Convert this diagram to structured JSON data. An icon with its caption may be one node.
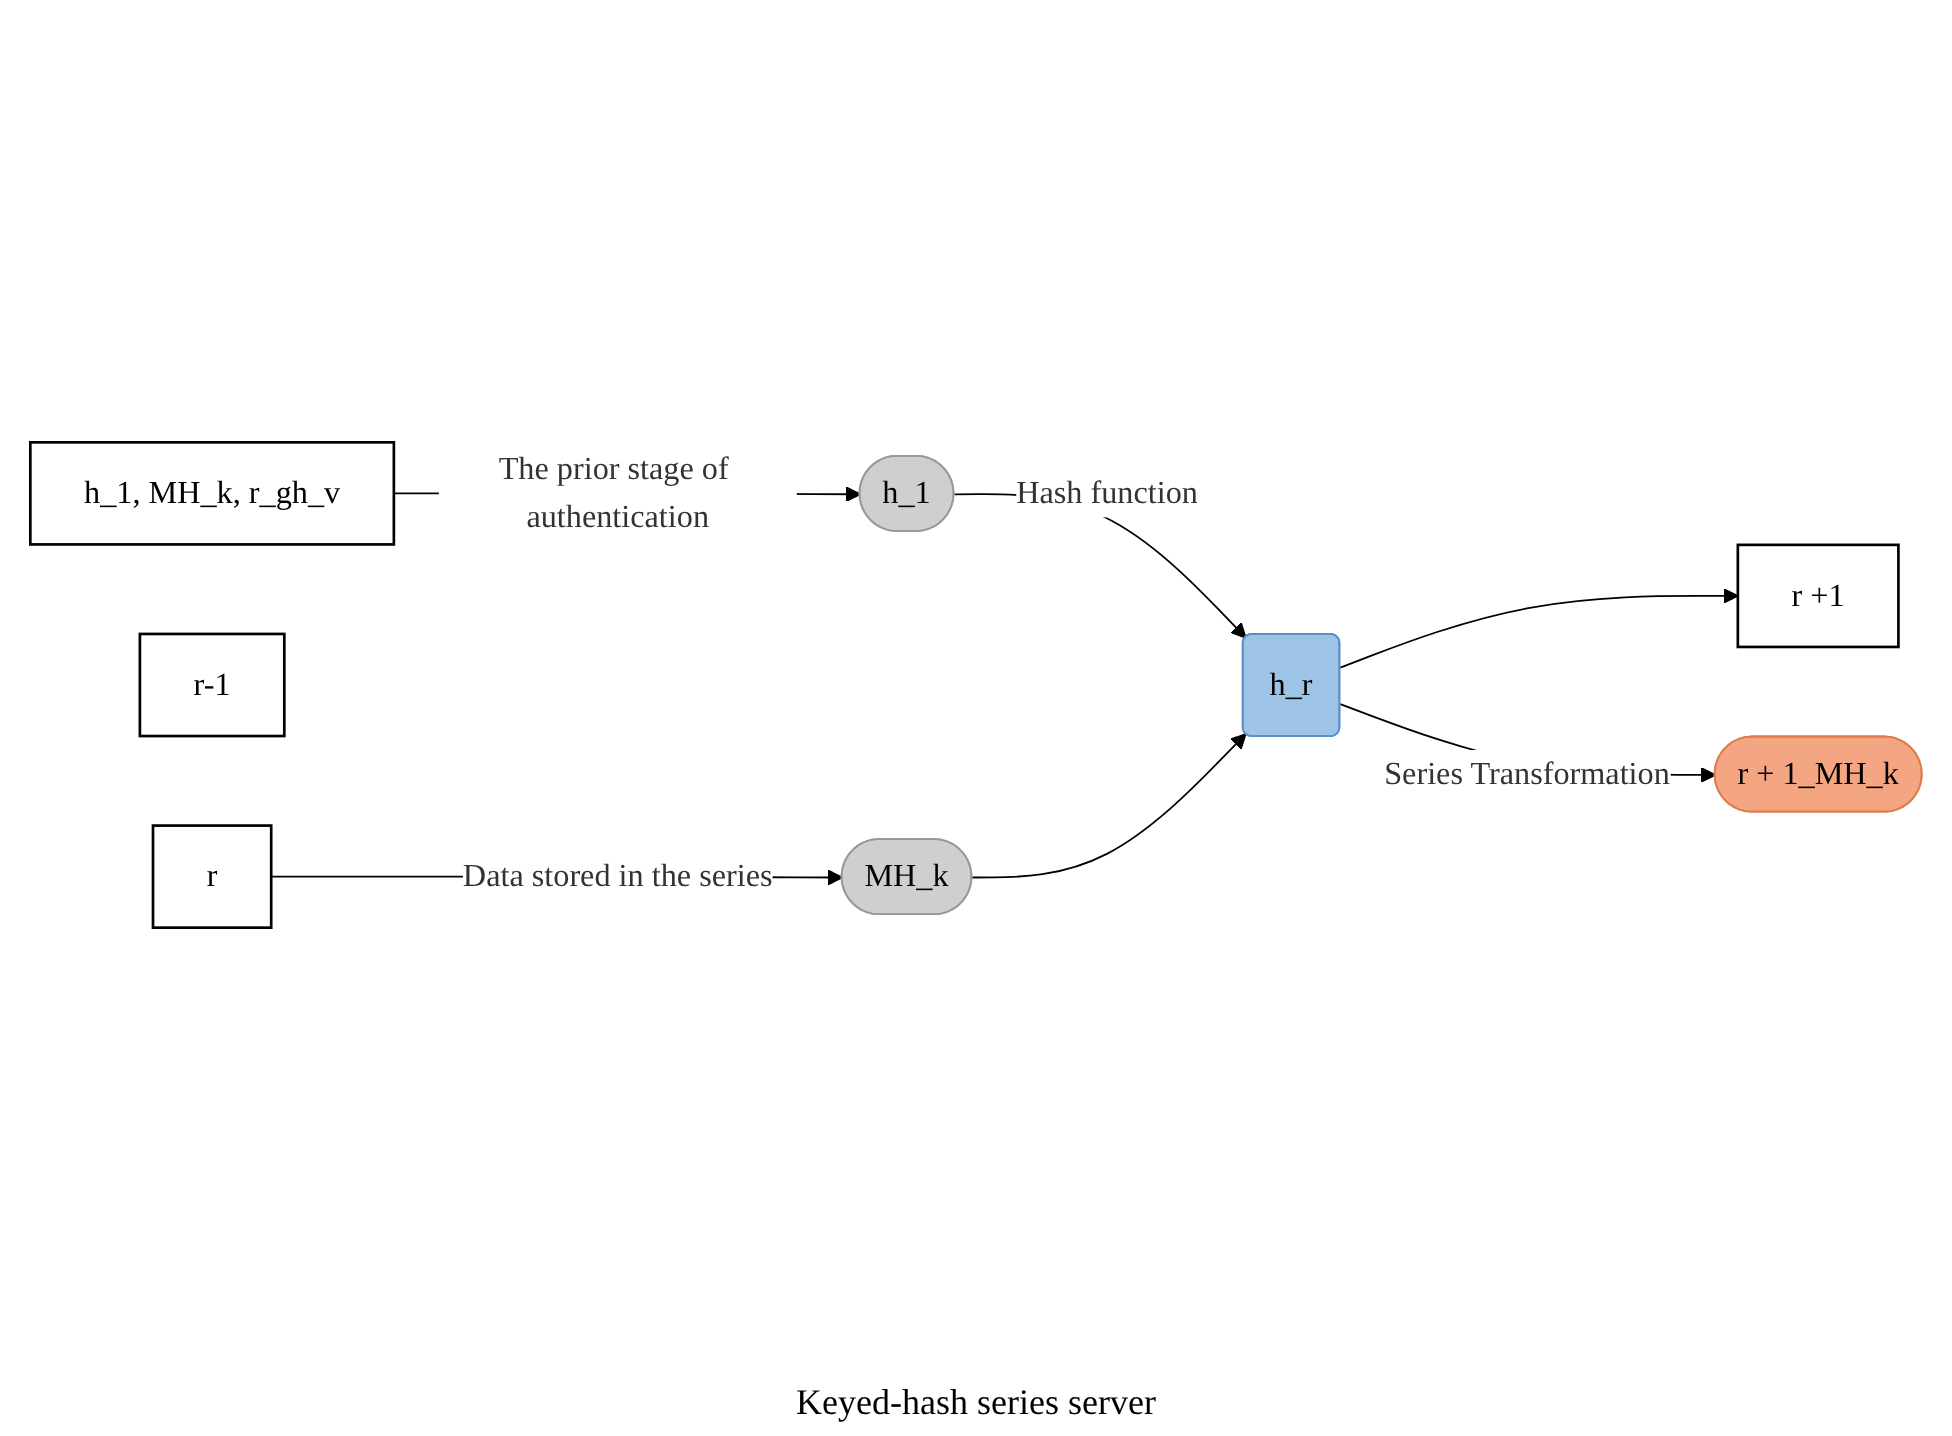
{
  "diagram": {
    "nodes": [
      {
        "text": [
          "h_1, MH_k, r_gh_v"
        ]
      },
      {
        "text": [
          "h_1"
        ]
      },
      {
        "text": [
          "MH_k"
        ]
      },
      {
        "text": [
          "h_r"
        ]
      },
      {
        "text": [
          "r-1"
        ]
      },
      {
        "text": [
          "r"
        ]
      },
      {
        "text": [
          "r +1"
        ]
      },
      {
        "text": [
          "r + 1_MH_k"
        ]
      }
    ],
    "edges": [
      {
        "from": 0,
        "to": 1,
        "arrow": "to",
        "label": "The prior stage of authentication"
      },
      {
        "from": 5,
        "to": 2,
        "arrow": "to",
        "label": "Data stored in the series"
      },
      {
        "from": 1,
        "to": 3,
        "arrow": "to",
        "label": "Hash function"
      },
      {
        "from": 2,
        "to": 3,
        "arrow": "to"
      },
      {
        "from": 3,
        "to": 6,
        "arrow": "to"
      },
      {
        "from": 3,
        "to": 7,
        "arrow": "to",
        "label": "Series Transformation"
      }
    ],
    "labels": [
      "Keyed-hash series server"
    ]
  }
}
